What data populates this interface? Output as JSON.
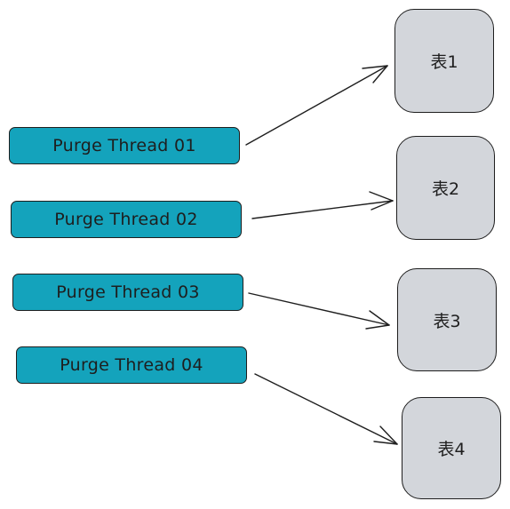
{
  "threads": [
    {
      "label": "Purge Thread 01"
    },
    {
      "label": "Purge Thread 02"
    },
    {
      "label": "Purge Thread 03"
    },
    {
      "label": "Purge Thread 04"
    }
  ],
  "tables": [
    {
      "label": "表1"
    },
    {
      "label": "表2"
    },
    {
      "label": "表3"
    },
    {
      "label": "表4"
    }
  ],
  "colors": {
    "thread_fill": "#14a3bc",
    "table_fill": "#d3d6db",
    "stroke": "#1e1e1e"
  }
}
